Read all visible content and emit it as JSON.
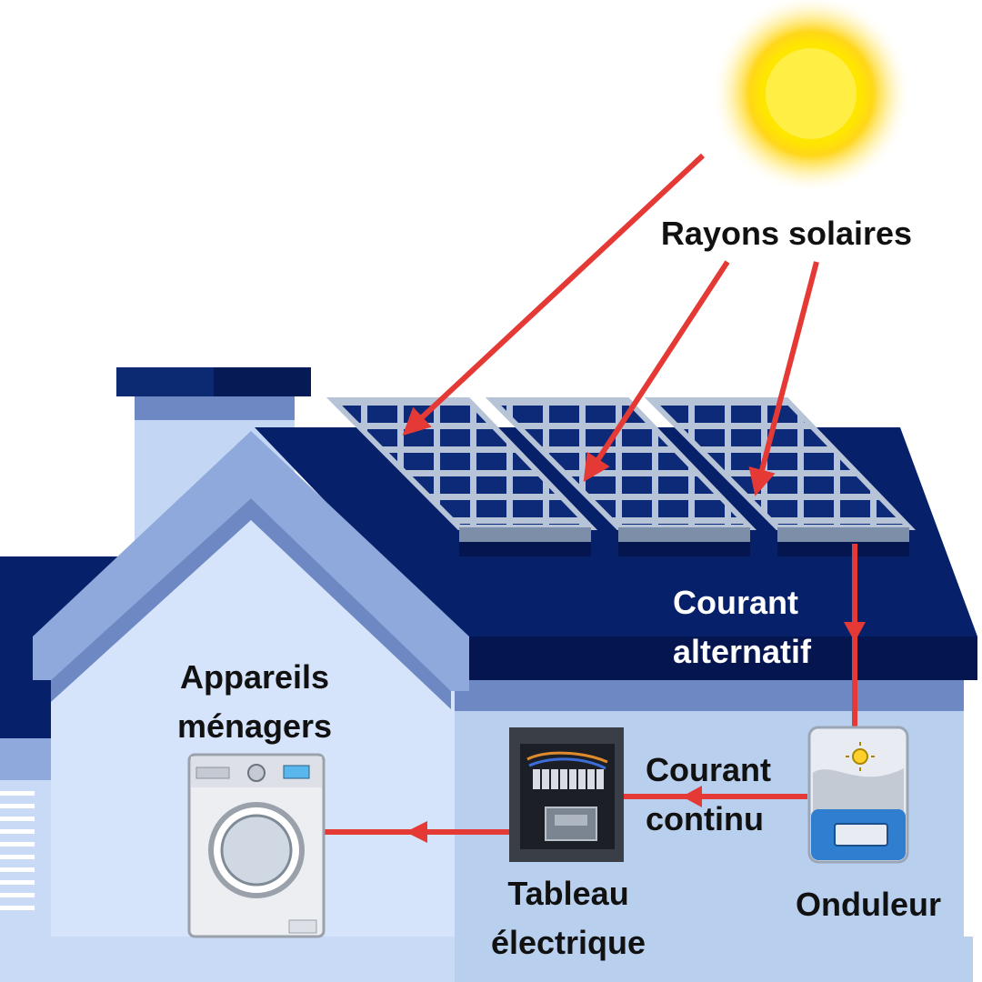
{
  "labels": {
    "sun_rays": "Rayons solaires",
    "ac_line1": "Courant",
    "ac_line2": "alternatif",
    "dc_line1": "Courant",
    "dc_line2": "continu",
    "inverter": "Onduleur",
    "panel_line1": "Tableau",
    "panel_line2": "électrique",
    "appliances_line1": "Appareils",
    "appliances_line2": "ménagers"
  },
  "colors": {
    "arrow": "#e53935",
    "roof": "#06206a",
    "wall": "#c9daf6",
    "gable_trim": "#8fa9dc",
    "panel_cell": "#0d2a78",
    "panel_frame": "#b7c3d6",
    "sun": "#ffe600"
  },
  "icons": [
    "sun-icon",
    "solar-panel-icon",
    "inverter-icon",
    "electrical-panel-icon",
    "washing-machine-icon"
  ]
}
